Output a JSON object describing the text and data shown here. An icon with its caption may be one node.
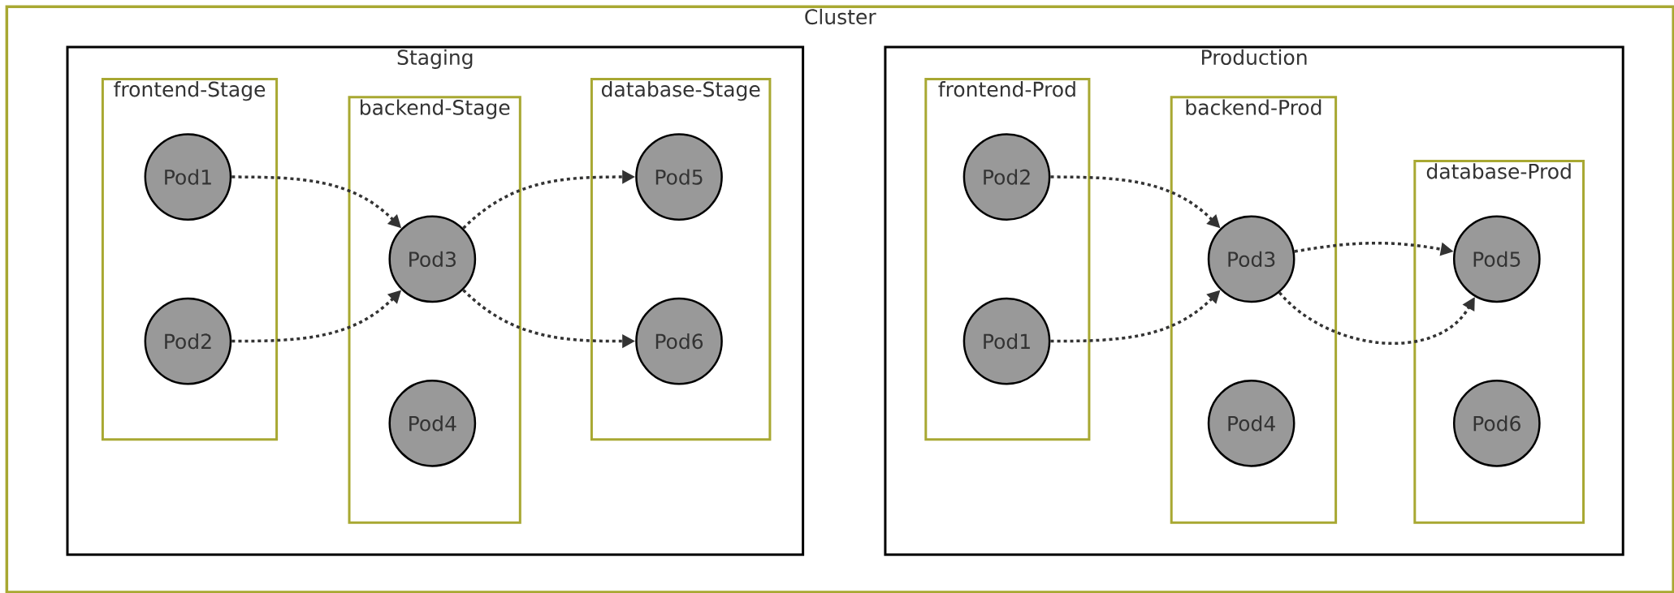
{
  "diagram": {
    "nodes": [
      {
        "text": [
          "Cluster"
        ]
      },
      {
        "text": [
          "Staging"
        ],
        "in": 0
      },
      {
        "text": [
          "frontend-Stage"
        ],
        "in": 1
      },
      {
        "text": [
          "Pod1"
        ],
        "in": 2
      },
      {
        "text": [
          "Pod2"
        ],
        "in": 2
      },
      {
        "text": [
          "backend-Stage"
        ],
        "in": 1
      },
      {
        "text": [
          "Pod3"
        ],
        "in": 5
      },
      {
        "text": [
          "Pod4"
        ],
        "in": 5
      },
      {
        "text": [
          "database-Stage"
        ],
        "in": 1
      },
      {
        "text": [
          "Pod5"
        ],
        "in": 8
      },
      {
        "text": [
          "Pod6"
        ],
        "in": 8
      },
      {
        "text": [
          "Production"
        ],
        "in": 0
      },
      {
        "text": [
          "frontend-Prod"
        ],
        "in": 11
      },
      {
        "text": [
          "Pod2"
        ],
        "in": 12
      },
      {
        "text": [
          "Pod1"
        ],
        "in": 12
      },
      {
        "text": [
          "backend-Prod"
        ],
        "in": 11
      },
      {
        "text": [
          "Pod3"
        ],
        "in": 15
      },
      {
        "text": [
          "Pod4"
        ],
        "in": 15
      },
      {
        "text": [
          "database-Prod"
        ],
        "in": 11
      },
      {
        "text": [
          "Pod5"
        ],
        "in": 18
      },
      {
        "text": [
          "Pod6"
        ],
        "in": 18
      }
    ],
    "edges": [
      {
        "from": 3,
        "to": 6,
        "arrow": "to",
        "style": "dashed"
      },
      {
        "from": 4,
        "to": 6,
        "arrow": "to",
        "style": "dashed"
      },
      {
        "from": 6,
        "to": 9,
        "arrow": "to",
        "style": "dashed"
      },
      {
        "from": 6,
        "to": 10,
        "arrow": "to",
        "style": "dashed"
      },
      {
        "from": 13,
        "to": 16,
        "arrow": "to",
        "style": "dashed"
      },
      {
        "from": 14,
        "to": 16,
        "arrow": "to",
        "style": "dashed"
      },
      {
        "from": 16,
        "to": 19,
        "arrow": "to",
        "style": "dashed"
      },
      {
        "from": 16,
        "to": 19,
        "arrow": "to",
        "style": "dashed"
      }
    ]
  }
}
